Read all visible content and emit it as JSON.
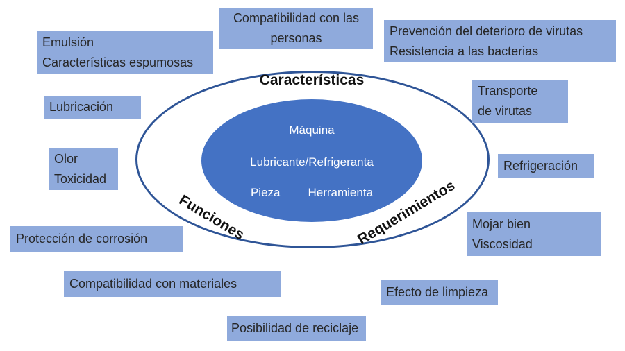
{
  "colors": {
    "box_background": "#8faadc",
    "inner_ellipse_fill": "#4472c4",
    "outer_ellipse_border": "#2f5597",
    "box_text": "#262626",
    "center_text": "#ffffff",
    "ring_label_text": "#111111"
  },
  "center": {
    "machine": "Máquina",
    "lubricant": "Lubricante/Refrigeranta",
    "piece": "Pieza",
    "tool": "Herramienta"
  },
  "ring": {
    "top": "Características",
    "bottom_left": "Funciones",
    "bottom_right": "Requerimientos"
  },
  "boxes": [
    {
      "id": "emulsion",
      "text": "Emulsión\nCaracterísticas espumosas"
    },
    {
      "id": "compatibilidad-personas",
      "text": "Compatibilidad con las\npersonas"
    },
    {
      "id": "prevencion-deterioro",
      "text": "Prevención del deterioro de virutas\nResistencia a las bacterias"
    },
    {
      "id": "lubricacion",
      "text": "Lubricación"
    },
    {
      "id": "olor-toxicidad",
      "text": "Olor\nToxicidad"
    },
    {
      "id": "proteccion-corrosion",
      "text": "Protección de corrosión"
    },
    {
      "id": "compatibilidad-materiales",
      "text": "Compatibilidad con materiales"
    },
    {
      "id": "posibilidad-reciclaje",
      "text": "Posibilidad de reciclaje"
    },
    {
      "id": "efecto-limpieza",
      "text": "Efecto de limpieza"
    },
    {
      "id": "mojar-viscosidad",
      "text": "Mojar bien\nViscosidad"
    },
    {
      "id": "refrigeracion",
      "text": "Refrigeración"
    },
    {
      "id": "transporte-virutas",
      "text": "Transporte\nde virutas"
    }
  ]
}
